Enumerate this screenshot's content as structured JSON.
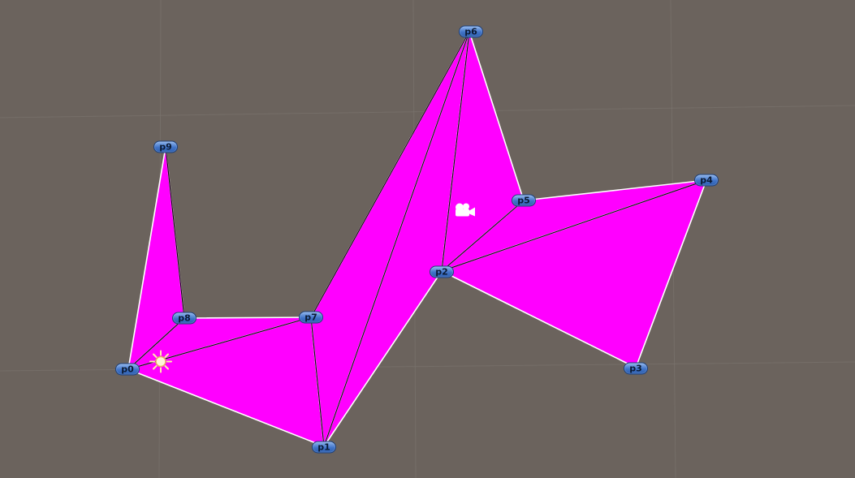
{
  "scene": {
    "background_color": "#6b635d",
    "mesh_color": "#ff00ff",
    "outline_color": "#ffffff",
    "label_color": "#4a82d6",
    "light_icon": "sun-light-gizmo-icon",
    "camera_icon": "camera-gizmo-icon",
    "vertices": [
      {
        "label": "p0"
      },
      {
        "label": "p1"
      },
      {
        "label": "p2"
      },
      {
        "label": "p3"
      },
      {
        "label": "p4"
      },
      {
        "label": "p5"
      },
      {
        "label": "p6"
      },
      {
        "label": "p7"
      },
      {
        "label": "p8"
      },
      {
        "label": "p9"
      }
    ]
  }
}
